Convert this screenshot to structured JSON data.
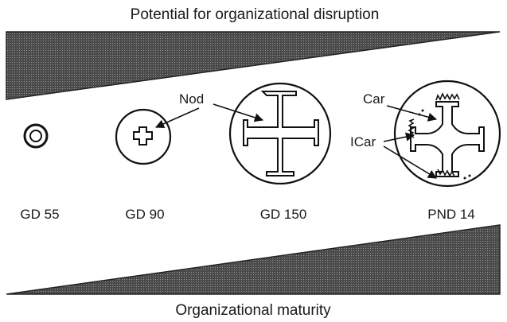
{
  "top_label": "Potential for organizational disruption",
  "bottom_label": "Organizational maturity",
  "stages": [
    "GD 55",
    "GD 90",
    "GD 150",
    "PND 14"
  ],
  "annotations": {
    "nod": "Nod",
    "car": "Car",
    "icar": "ICar"
  }
}
